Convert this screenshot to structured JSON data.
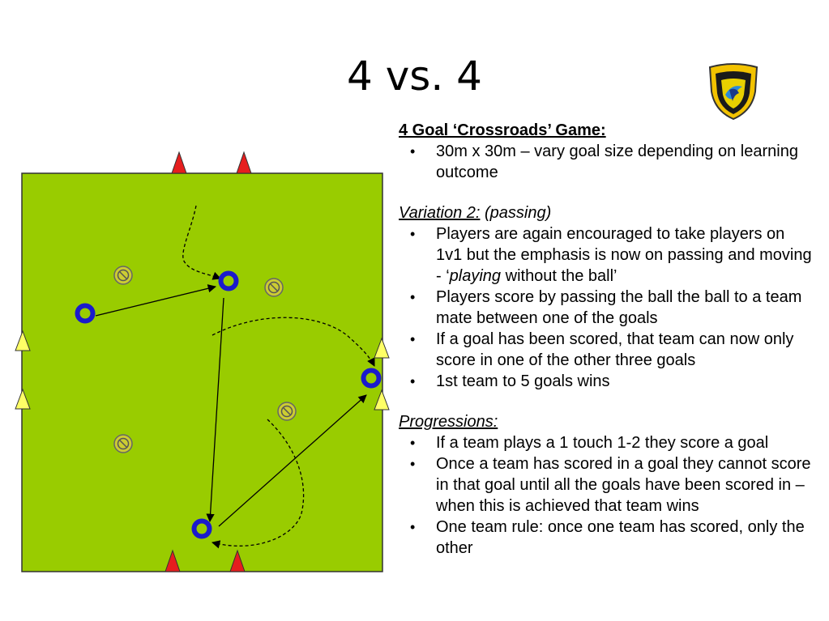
{
  "slide": {
    "title": "4 vs. 4"
  },
  "text": {
    "heading": "4 Goal ‘Crossroads’ Game:",
    "setup_items": [
      "30m x 30m – vary goal size depending on learning outcome"
    ],
    "variation_label": "Variation 2:",
    "variation_note": " (passing)",
    "variation_item1_before": "Players are again encouraged to take players on 1v1 but the emphasis is now on passing and moving - ‘",
    "variation_item1_emph": "playing",
    "variation_item1_after": " without the ball’",
    "variation_items": [
      "Players score by passing the ball the ball to a team mate between one of the goals",
      "If a goal has been scored, that team can now only score in one of the other three goals",
      "1st team to 5 goals wins"
    ],
    "progressions_label": "Progressions:",
    "progressions_items": [
      "If a team plays a 1 touch 1-2 they score a goal",
      "Once a team has scored in a goal they cannot score in that goal until all the goals have been scored in – when this is achieved that team wins",
      "One team rule: once one team has scored, only the other"
    ]
  },
  "colors": {
    "pitch": "#99cc00",
    "cone_red": "#e61e1e",
    "cone_yellow": "#ffff66",
    "player_blue": "#1a1acc",
    "defender": "#cccc33"
  },
  "icons": {
    "logo": "club-crest-icon",
    "attacker": "attacker-ring-icon",
    "defender": "defender-disc-icon",
    "cone": "cone-icon"
  }
}
